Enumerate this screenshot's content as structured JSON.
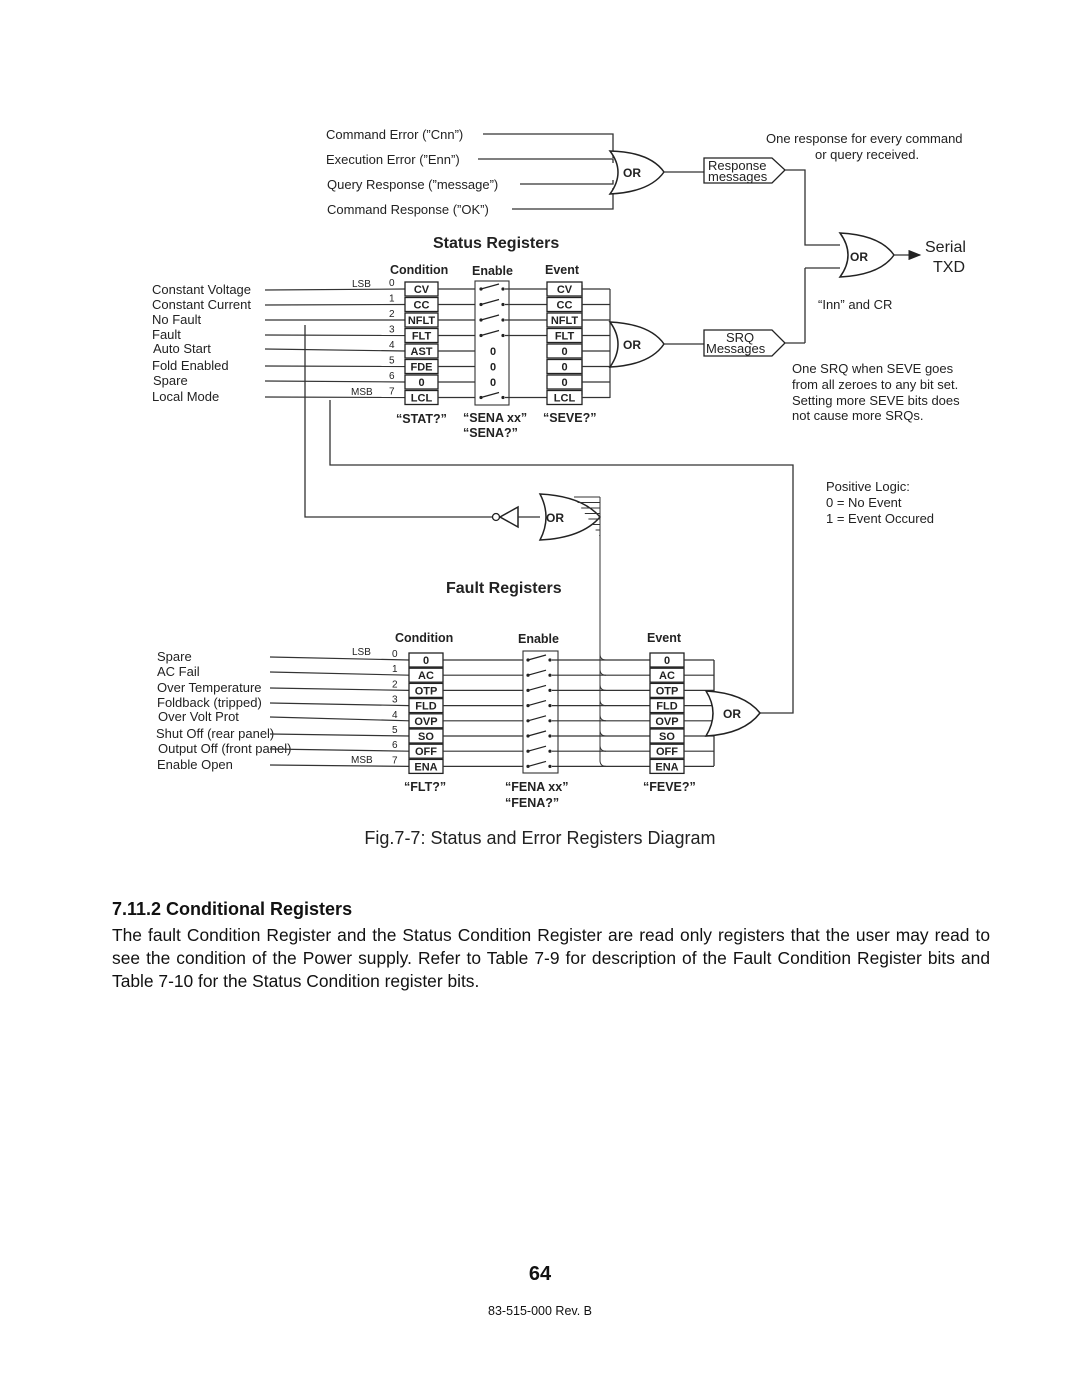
{
  "diagram": {
    "response_inputs": [
      "Command Error  (”Cnn”)",
      "Execution Error  (”Enn”)",
      "Query Response  (”message”)",
      "Command Response  (”OK”)"
    ],
    "response_msg": [
      "Response",
      "messages"
    ],
    "response_note": [
      "One response for every command",
      "or query received."
    ],
    "serial": [
      "Serial",
      "TXD"
    ],
    "inn_cr": "“Inn” and CR",
    "srq_msg": [
      "SRQ",
      "Messages"
    ],
    "srq_note": [
      "One SRQ when SEVE goes",
      "from all zeroes to any bit set.",
      "Setting more SEVE bits does",
      "not cause more SRQs."
    ],
    "logic_note": [
      "Positive Logic:",
      "0 = No Event",
      "1 = Event Occured"
    ],
    "or_label": "OR",
    "lsb": "LSB",
    "msb": "MSB",
    "bit_numbers": [
      "0",
      "1",
      "2",
      "3",
      "4",
      "5",
      "6",
      "7"
    ],
    "status": {
      "title": "Status Registers",
      "col_condition": "Condition",
      "col_enable": "Enable",
      "col_event": "Event",
      "inputs": [
        "Constant Voltage",
        "Constant Current",
        "No Fault",
        "Fault",
        "Auto Start",
        "Fold Enabled",
        "Spare",
        "Local Mode"
      ],
      "condition_bits": [
        "CV",
        "CC",
        "NFLT",
        "FLT",
        "AST",
        "FDE",
        "0",
        "LCL"
      ],
      "enable_zero": "0",
      "event_bits": [
        "CV",
        "CC",
        "NFLT",
        "FLT",
        "0",
        "0",
        "0",
        "LCL"
      ],
      "cmd_condition": "“STAT?”",
      "cmd_enable": [
        "“SENA xx”",
        "“SENA?”"
      ],
      "cmd_event": "“SEVE?”"
    },
    "fault": {
      "title": "Fault Registers",
      "col_condition": "Condition",
      "col_enable": "Enable",
      "col_event": "Event",
      "inputs": [
        "Spare",
        "AC Fail",
        "Over Temperature",
        "Foldback (tripped)",
        "Over Volt Prot",
        "Shut Off (rear panel)",
        "Output Off (front panel)",
        "Enable Open"
      ],
      "condition_bits": [
        "0",
        "AC",
        "OTP",
        "FLD",
        "OVP",
        "SO",
        "OFF",
        "ENA"
      ],
      "event_bits": [
        "0",
        "AC",
        "OTP",
        "FLD",
        "OVP",
        "SO",
        "OFF",
        "ENA"
      ],
      "cmd_condition": "“FLT?”",
      "cmd_enable": [
        "“FENA xx”",
        "“FENA?”"
      ],
      "cmd_event": "“FEVE?”"
    }
  },
  "caption": "Fig.7-7: Status and Error Registers Diagram",
  "section_title": "7.11.2 Conditional Registers",
  "paragraph": "The fault Condition Register and the Status Condition Register are read only registers that the user may read to see the condition of the Power supply. Refer to Table 7-9 for description of the Fault Condition Register bits and Table 7-10 for the Status Condition register bits.",
  "page_number": "64",
  "doc_rev": "83-515-000 Rev. B"
}
